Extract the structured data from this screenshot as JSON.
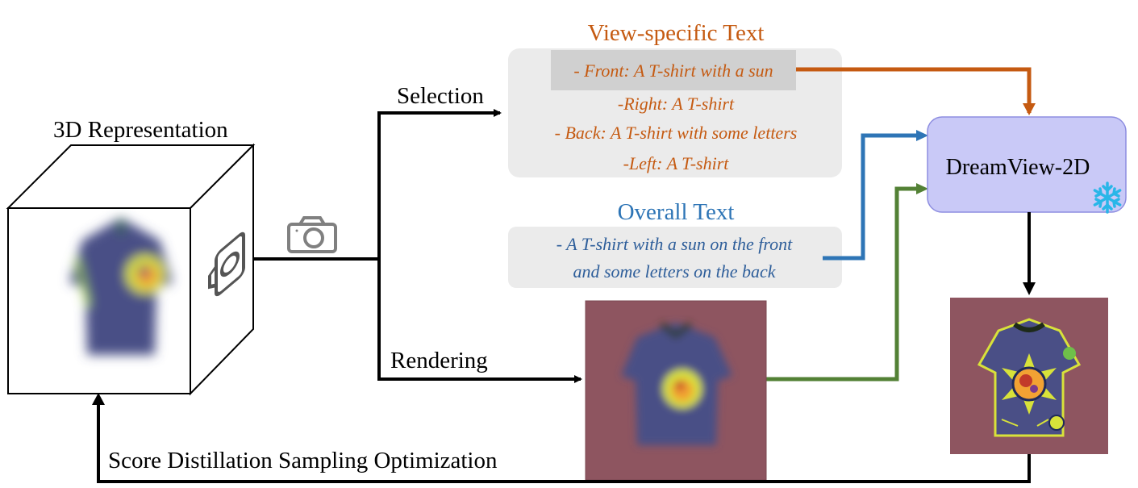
{
  "diagram": {
    "representation_label": "3D Representation",
    "selection_label": "Selection",
    "rendering_label": "Rendering",
    "view_specific_title": "View-specific Text",
    "view_prompts": [
      "- Front: A T-shirt with a sun",
      "-Right:  A T-shirt",
      "- Back: A T-shirt with some letters",
      "-Left: A T-shirt"
    ],
    "overall_title": "Overall Text",
    "overall_prompt_lines": [
      "- A T-shirt with a sun on the front",
      "and some letters on the back"
    ],
    "model_label": "DreamView-2D",
    "optimization_label": "Score Distillation Sampling Optimization",
    "icons": {
      "camera": "camera-icon",
      "frozen": "snowflake-icon"
    },
    "colors": {
      "view_specific": "#c55a11",
      "overall": "#2e75b6",
      "render_arrow": "#538135",
      "model_fill": "#c9c9f7",
      "text_box_fill": "#ebebeb",
      "highlight_fill": "#d0d0d0",
      "image_bg": "#8e5560",
      "shirt_body": "#4a4f86",
      "sun_core": "#f2a233",
      "accent_yellow": "#d8e23a",
      "snowflake": "#29b6e8"
    }
  }
}
